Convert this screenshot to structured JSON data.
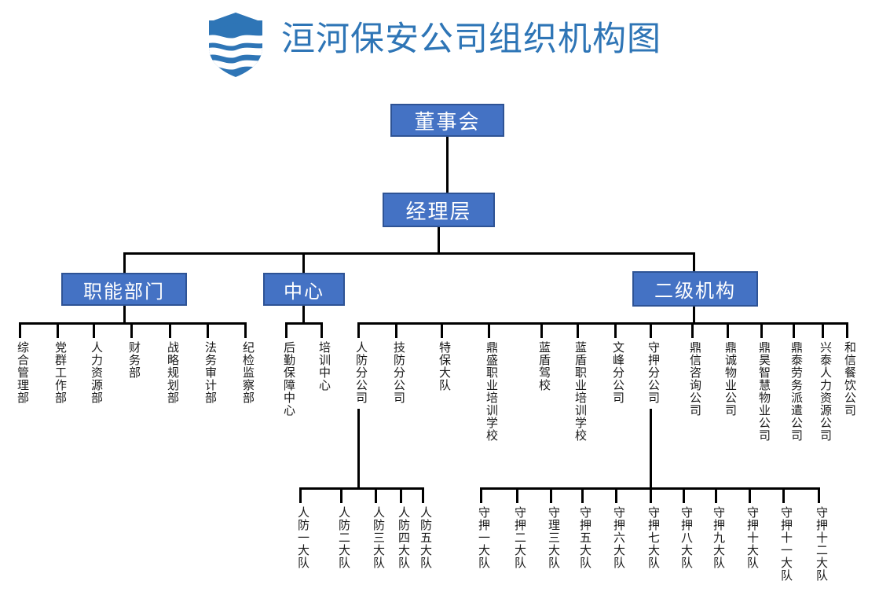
{
  "header": {
    "title": "洹河保安公司组织机构图",
    "logo_icon": "shield-wave-logo",
    "title_color": "#2E75B6",
    "logo_color": "#2E75B6"
  },
  "theme": {
    "box_fill": "#4472C4",
    "box_border": "#2E5395",
    "box_text": "#FFFFFF",
    "line_color": "#000000",
    "leaf_text": "#1A1A1A",
    "background": "#FFFFFF"
  },
  "chart_data": {
    "type": "diagram",
    "subtype": "organization-chart",
    "title": "洹河保安公司组织机构图",
    "orientation": "top-down",
    "nodes": {
      "board": {
        "label": "董事会",
        "level": 0,
        "style": "box"
      },
      "management": {
        "label": "经理层",
        "level": 1,
        "style": "box"
      },
      "functional": {
        "label": "职能部门",
        "level": 2,
        "style": "box"
      },
      "center": {
        "label": "中心",
        "level": 2,
        "style": "box"
      },
      "secondary": {
        "label": "二级机构",
        "level": 2,
        "style": "box"
      }
    },
    "edges": [
      [
        "board",
        "management"
      ],
      [
        "management",
        "functional"
      ],
      [
        "management",
        "center"
      ],
      [
        "management",
        "secondary"
      ]
    ]
  },
  "boxes": {
    "board": "董事会",
    "management": "经理层",
    "functional": "职能部门",
    "center": "中心",
    "secondary": "二级机构"
  },
  "functional_departments": [
    {
      "label": "综合管理部"
    },
    {
      "label": "党群工作部"
    },
    {
      "label": "人力资源部"
    },
    {
      "label": "财务部"
    },
    {
      "label": "战略规划部"
    },
    {
      "label": "法务审计部"
    },
    {
      "label": "纪检监察部"
    }
  ],
  "centers": [
    {
      "label": "后勤保障中心"
    },
    {
      "label": "培训中心"
    }
  ],
  "secondary_units": [
    {
      "label": "人防分公司"
    },
    {
      "label": "技防分公司"
    },
    {
      "label": "特保大队"
    },
    {
      "label": "鼎盛职业培训学校"
    },
    {
      "label": "蓝盾驾校"
    },
    {
      "label": "蓝盾职业培训学校"
    },
    {
      "label": "文峰分公司"
    },
    {
      "label": "守押分公司"
    },
    {
      "label": "鼎信咨询公司"
    },
    {
      "label": "鼎诚物业公司"
    },
    {
      "label": "鼎昊智慧物业公司"
    },
    {
      "label": "鼎泰劳务派遣公司"
    },
    {
      "label": "兴泰人力资源公司"
    },
    {
      "label": "和信餐饮公司"
    }
  ],
  "renfang_teams": [
    {
      "label": "人防一大队"
    },
    {
      "label": "人防二大队"
    },
    {
      "label": "人防三大队"
    },
    {
      "label": "人防四大队"
    },
    {
      "label": "人防五大队"
    }
  ],
  "shouya_teams": [
    {
      "label": "守押一大队"
    },
    {
      "label": "守押二大队"
    },
    {
      "label": "守理三大队"
    },
    {
      "label": "守押五大队"
    },
    {
      "label": "守押六大队"
    },
    {
      "label": "守押七大队"
    },
    {
      "label": "守押八大队"
    },
    {
      "label": "守押九大队"
    },
    {
      "label": "守押十大队"
    },
    {
      "label": "守押十一大队"
    },
    {
      "label": "守押十二大队"
    }
  ]
}
